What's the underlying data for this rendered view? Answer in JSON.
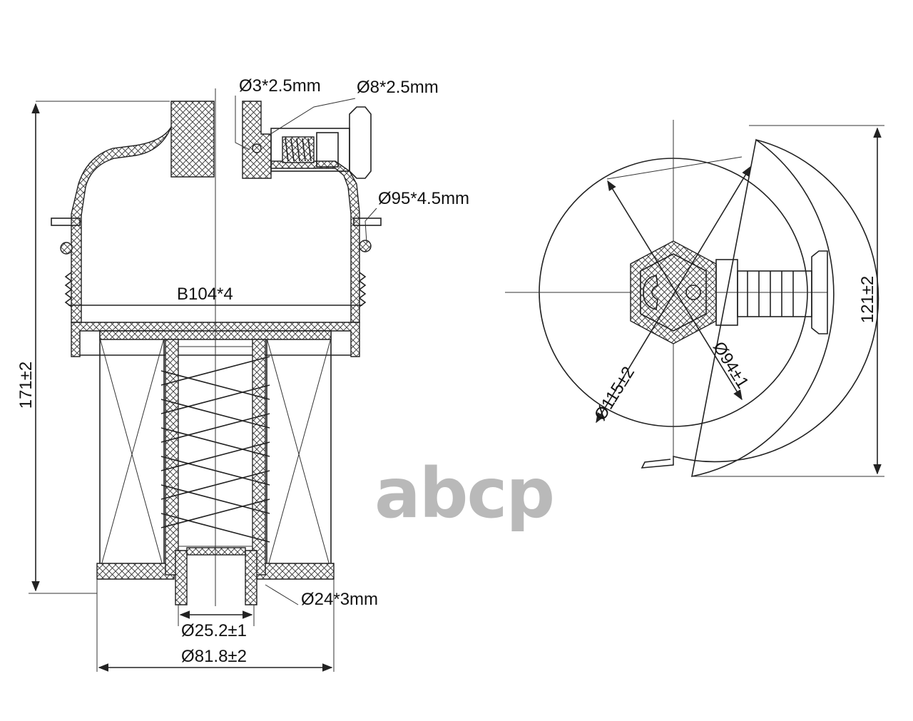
{
  "dimensions": {
    "o_ring_small": "Ø3*2.5mm",
    "o_ring_valve": "Ø8*2.5mm",
    "o_ring_body": "Ø95*4.5mm",
    "thread": "B104*4",
    "height": "171±2",
    "inner_diameter": "Ø25.2±1",
    "outer_diameter": "Ø81.8±2",
    "o_ring_bottom": "Ø24*3mm",
    "top_diameter": "Ø115±2",
    "flange_diameter": "Ø94±1",
    "top_height": "121±2"
  },
  "watermark": {
    "logo_text": "abcp"
  }
}
